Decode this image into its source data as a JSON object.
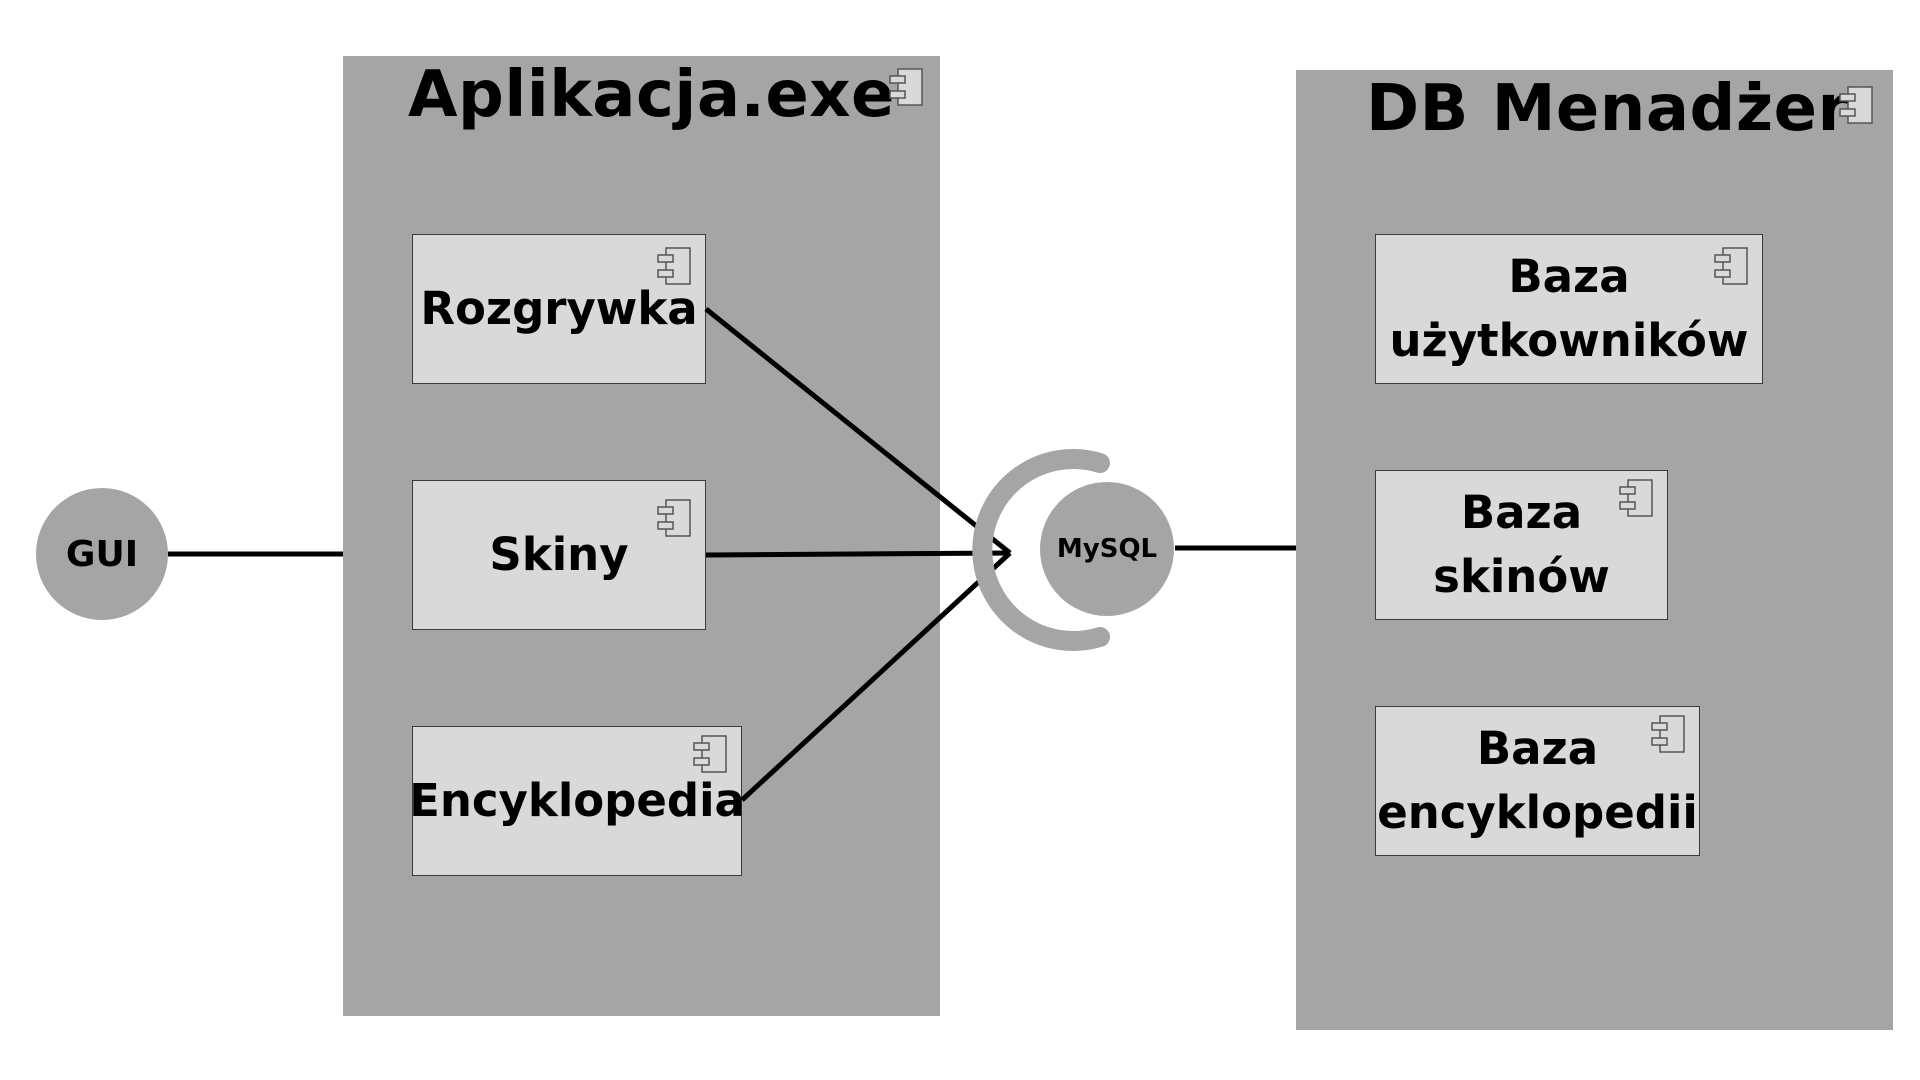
{
  "containers": [
    {
      "title": "Aplikacja.exe",
      "icon": "component-icon"
    },
    {
      "title": "DB Menadżer",
      "icon": "component-icon"
    }
  ],
  "components": [
    {
      "label": "Rozgrywka"
    },
    {
      "label": "Skiny"
    },
    {
      "label": "Encyklopedia"
    },
    {
      "label": "Baza\nużytkowników"
    },
    {
      "label": "Baza\nskinów"
    },
    {
      "label": "Baza\nencyklopedii"
    }
  ],
  "nodes": {
    "gui": {
      "label": "GUI"
    },
    "mysql": {
      "label": "MySQL"
    }
  },
  "colors": {
    "container_fill": "#a5a5a5",
    "component_fill": "#d9d9d9",
    "connector": "#000000"
  }
}
